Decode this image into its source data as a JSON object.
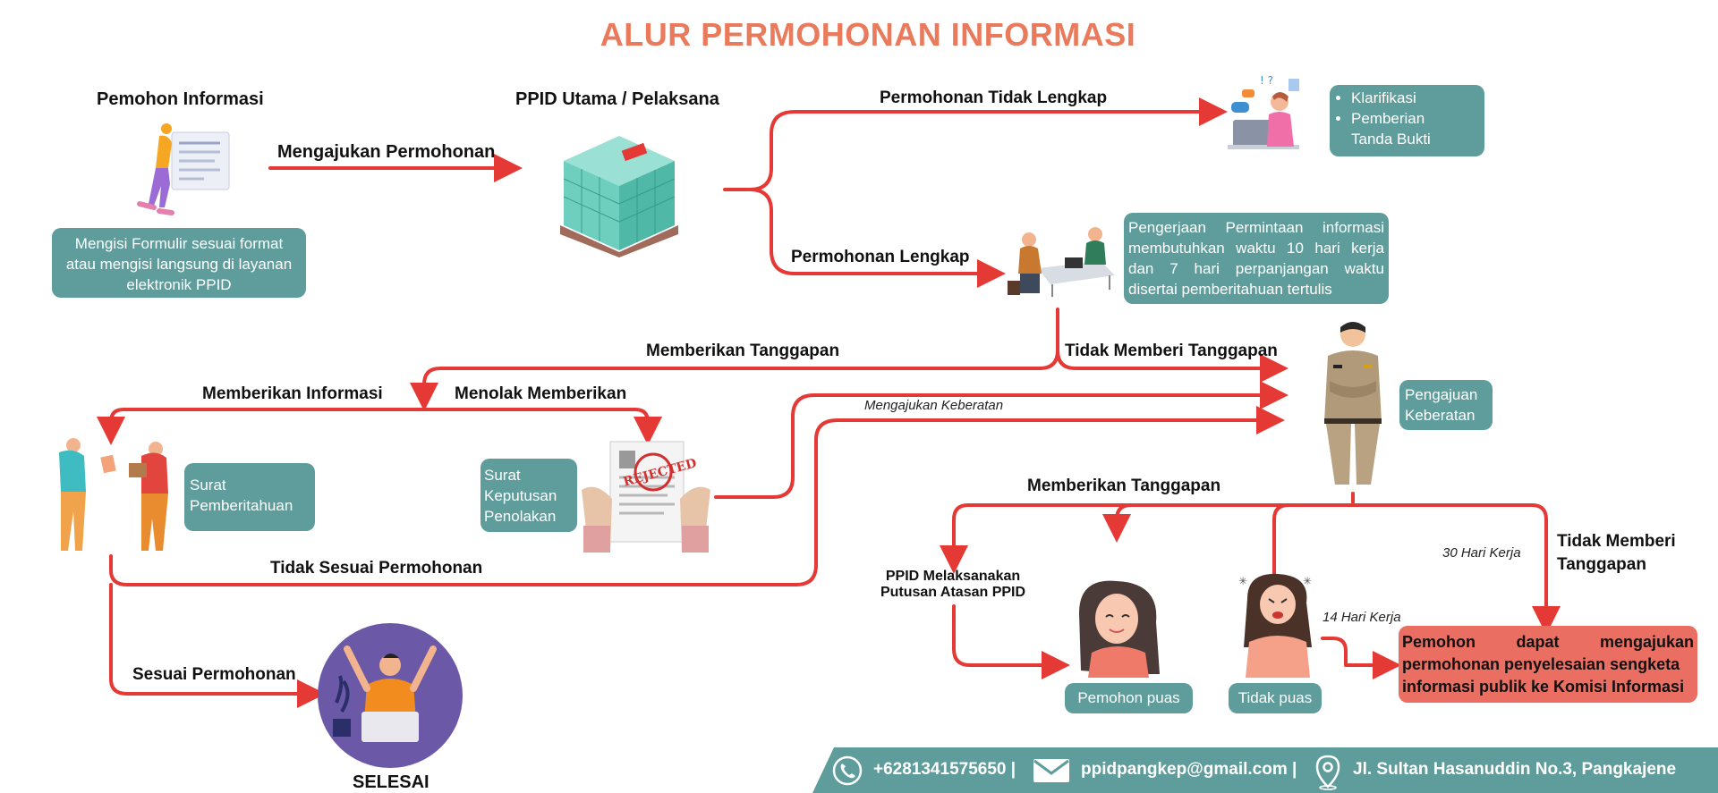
{
  "title": "ALUR PERMOHONAN INFORMASI",
  "nodes": {
    "pemohon": "Pemohon Informasi",
    "ppid": "PPID Utama / Pelaksana",
    "selesai": "SELESAI"
  },
  "edges": {
    "mengajukan": "Mengajukan Permohonan",
    "tidak_lengkap": "Permohonan Tidak Lengkap",
    "lengkap": "Permohonan Lengkap",
    "memberikan_tanggapan_1": "Memberikan Tanggapan",
    "tidak_memberi_tanggapan_1": "Tidak Memberi Tanggapan",
    "memberikan_informasi": "Memberikan Informasi",
    "menolak": "Menolak Memberikan",
    "mengajukan_keberatan": "Mengajukan Keberatan",
    "tidak_sesuai": "Tidak Sesuai Permohonan",
    "sesuai": "Sesuai Permohonan",
    "memberikan_tanggapan_2": "Memberikan Tanggapan",
    "tidak_memberi_tanggapan_2a": "Tidak Memberi",
    "tidak_memberi_tanggapan_2b": "Tanggapan",
    "hari30": "30 Hari Kerja",
    "hari14": "14 Hari Kerja",
    "ppid_laksana_1": "PPID Melaksanakan",
    "ppid_laksana_2": "Putusan Atasan PPID"
  },
  "boxes": {
    "formulir_1": "Mengisi Formulir sesuai format",
    "formulir_2": "atau mengisi langsung di layanan",
    "formulir_3": "elektronik PPID",
    "klarifikasi": "Klarifikasi",
    "tanda_bukti_1": "Pemberian",
    "tanda_bukti_2": "Tanda Bukti",
    "pengerjaan_1": "Pengerjaan Permintaan informasi",
    "pengerjaan_2": "membutuhkan waktu 10 hari kerja",
    "pengerjaan_3": "dan 7 hari perpanjangan waktu",
    "pengerjaan_4": "disertai pemberitahuan tertulis",
    "keberatan_1": "Pengajuan",
    "keberatan_2": "Keberatan",
    "surat_pemberitahuan_1": "Surat",
    "surat_pemberitahuan_2": "Pemberitahuan",
    "penolakan_1": "Surat",
    "penolakan_2": "Keputusan",
    "penolakan_3": "Penolakan",
    "puas": "Pemohon  puas",
    "tidak_puas": "Tidak puas",
    "sengketa_1": "Pemohon dapat mengajukan",
    "sengketa_2": "permohonan penyelesaian sengketa",
    "sengketa_3": "informasi publik ke Komisi Informasi"
  },
  "footer": {
    "phone": "+6281341575650 |",
    "email": "ppidpangkep@gmail.com |",
    "address": "Jl. Sultan Hasanuddin No.3, Pangkajene"
  },
  "colors": {
    "title": "#e97a5c",
    "teal": "#5e9d9c",
    "arrow": "#e53935",
    "alert": "#ea6f62"
  }
}
